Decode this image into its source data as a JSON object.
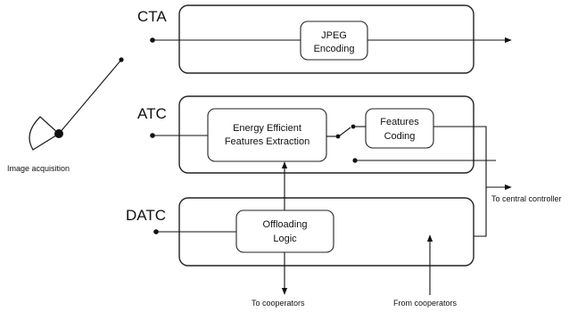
{
  "sections": {
    "cta": {
      "label": "CTA",
      "block_lines": [
        "JPEG",
        "Encoding"
      ]
    },
    "atc": {
      "label": "ATC",
      "extraction_lines": [
        "Energy Efficient",
        "Features Extraction"
      ],
      "coding_lines": [
        "Features",
        "Coding"
      ]
    },
    "datc": {
      "label": "DATC",
      "block_lines": [
        "Offloading",
        "Logic"
      ]
    }
  },
  "annotations": {
    "image_acquisition": "Image acquisition",
    "central_controller": "To central controller",
    "to_cooperators": "To cooperators",
    "from_cooperators": "From cooperators"
  },
  "icons": {
    "camera": "camera-icon"
  }
}
